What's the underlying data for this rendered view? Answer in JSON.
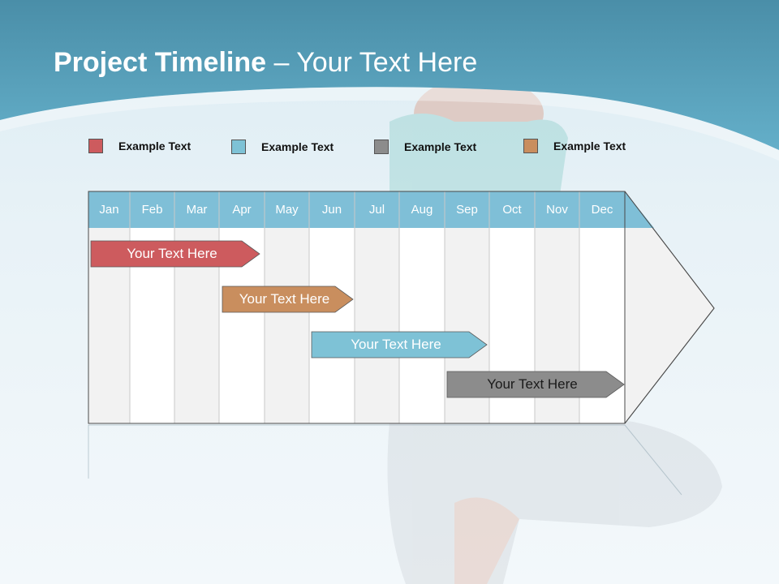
{
  "slide": {
    "title_bold": "Project Timeline",
    "title_rest": " – Your Text Here"
  },
  "legend": [
    {
      "label": "Example Text",
      "color": "#cd5b5e"
    },
    {
      "label": "Example Text",
      "color": "#7ec2d6"
    },
    {
      "label": "Example Text",
      "color": "#8c8c8c"
    },
    {
      "label": "Example Text",
      "color": "#c98e5e"
    }
  ],
  "months": [
    "Jan",
    "Feb",
    "Mar",
    "Apr",
    "May",
    "Jun",
    "Jul",
    "Aug",
    "Sep",
    "Oct",
    "Nov",
    "Dec"
  ],
  "tasks": [
    {
      "label": "Your  Text Here",
      "start_month": "Jan",
      "end_month": "Apr",
      "color": "#cd5b5e",
      "text_color": "#ffffff"
    },
    {
      "label": "Your  Text Here",
      "start_month": "Apr",
      "end_month": "Jun",
      "color": "#c98e5e",
      "text_color": "#ffffff"
    },
    {
      "label": "Your  Text Here",
      "start_month": "Jun",
      "end_month": "Sep",
      "color": "#7ec2d6",
      "text_color": "#ffffff"
    },
    {
      "label": "Your  Text Here",
      "start_month": "Sep",
      "end_month": "Dec",
      "color": "#8c8c8c",
      "text_color": "#1a1a1a"
    }
  ],
  "colors": {
    "header_band": "#7fbfd7",
    "title_band": "#4f9fbb"
  }
}
